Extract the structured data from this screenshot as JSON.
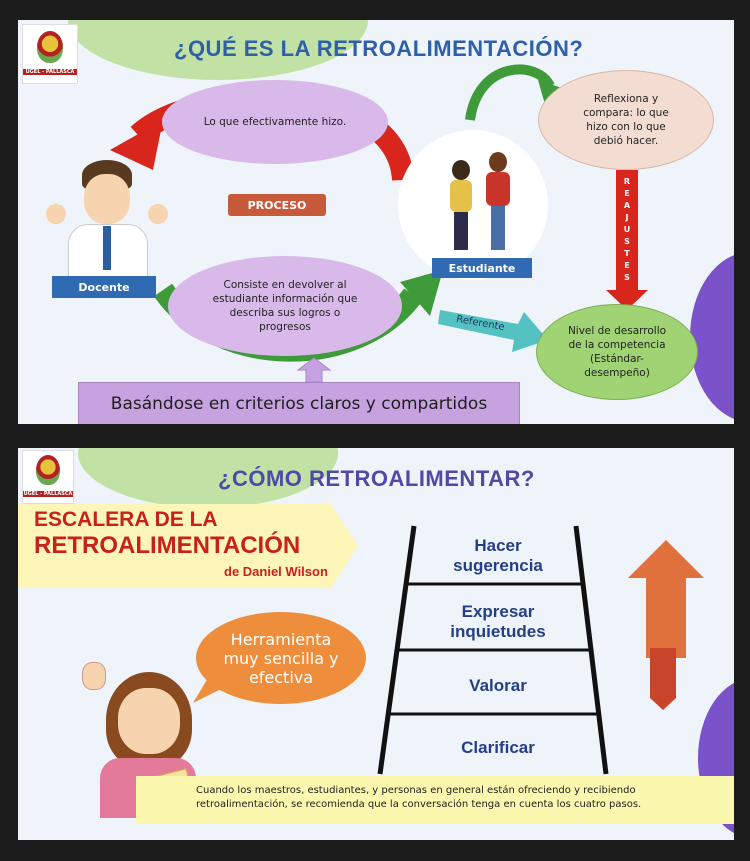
{
  "slide1": {
    "logo_text": "UGEL - PALLASCA",
    "title": "¿QUÉ ES LA RETROALIMENTACIÓN?",
    "bubble_top": "Lo que efectivamente hizo.",
    "proceso": "PROCESO",
    "bubble_bottom": "Consiste en devolver al estudiante información que describa sus logros o progresos",
    "docente": "Docente",
    "estudiante": "Estudiante",
    "reflexiona": "Reflexiona y compara: lo que hizo con lo que debió hacer.",
    "reajustes": [
      "R",
      "E",
      "A",
      "J",
      "U",
      "S",
      "T",
      "E",
      "S"
    ],
    "referente": "Referente",
    "nivel": "Nivel de desarrollo de la competencia (Estándar-desempeño)",
    "criterios": "Basándose en criterios claros y compartidos"
  },
  "slide2": {
    "logo_text": "UGEL - PALLASCA",
    "title": "¿CÓMO RETROALIMENTAR?",
    "escalera_line1": "ESCALERA DE LA",
    "escalera_line2": "RETROALIMENTACIÓN",
    "author": "de Daniel Wilson",
    "speech": "Herramienta muy sencilla y efectiva",
    "steps": [
      "Hacer sugerencia",
      "Expresar inquietudes",
      "Valorar",
      "Clarificar"
    ],
    "note": "Cuando los maestros, estudiantes, y personas en general están ofreciendo y recibiendo retroalimentación, se recomienda que la conversación tenga en cuenta los cuatro pasos."
  },
  "colors": {
    "title_blue": "#2f5fa8",
    "bubble_purple": "#d9b9ea",
    "bubble_green": "#9fd373",
    "bubble_peach": "#f3ddd3",
    "red_arrow": "#d9261c",
    "green_arrow": "#3f9a3a",
    "tag_blue": "#2f6ab3",
    "proceso_red": "#c85a3c",
    "referente_teal": "#54c2c2",
    "criterios_purple": "#c7a2e0",
    "speech_orange": "#ee8d3c",
    "escalera_red": "#c8211c"
  }
}
